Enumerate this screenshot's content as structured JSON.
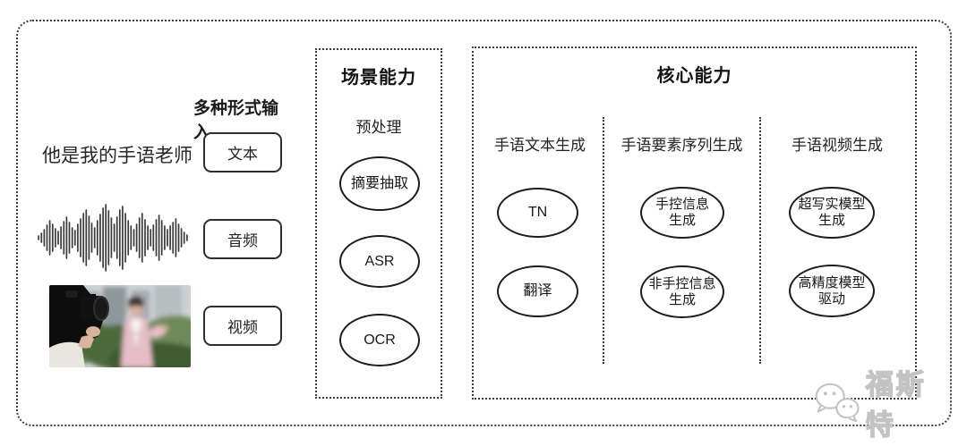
{
  "diagram": {
    "input_section": {
      "title": "多种形式输入",
      "text_sample": "他是我的手语老师",
      "types": [
        {
          "label": "文本"
        },
        {
          "label": "音频"
        },
        {
          "label": "视频"
        }
      ],
      "waveform_amplitudes": [
        2,
        5,
        9,
        14,
        19,
        15,
        10,
        7,
        12,
        18,
        23,
        17,
        11,
        8,
        15,
        21,
        27,
        31,
        24,
        16,
        11,
        19,
        26,
        33,
        37,
        30,
        22,
        15,
        23,
        31,
        35,
        27,
        19,
        13,
        9,
        15,
        22,
        27,
        20,
        13,
        9,
        14,
        20,
        25,
        19,
        13,
        9,
        13,
        17,
        21,
        15,
        10,
        6,
        3
      ],
      "video_alt": "camera-filming-reporter"
    },
    "scene_capability": {
      "title": "场景能力",
      "subtitle": "预处理",
      "nodes": [
        "摘要抽取",
        "ASR",
        "OCR"
      ]
    },
    "core_capability": {
      "title": "核心能力",
      "columns": [
        {
          "header": "手语文本生成",
          "nodes": [
            "TN",
            "翻译"
          ]
        },
        {
          "header": "手语要素序列生成",
          "nodes": [
            "手控信息\n生成",
            "非手控信息\n生成"
          ]
        },
        {
          "header": "手语视频生成",
          "nodes": [
            "超写实模型\n生成",
            "高精度模型\n驱动"
          ]
        }
      ]
    },
    "watermark": {
      "text": "福斯特"
    },
    "colors": {
      "line": "#3c3c3c",
      "ellipse_stroke": "#1c1c1c",
      "text": "#1f1f1f",
      "watermark": "#c3c3c3",
      "background": "#ffffff"
    }
  }
}
